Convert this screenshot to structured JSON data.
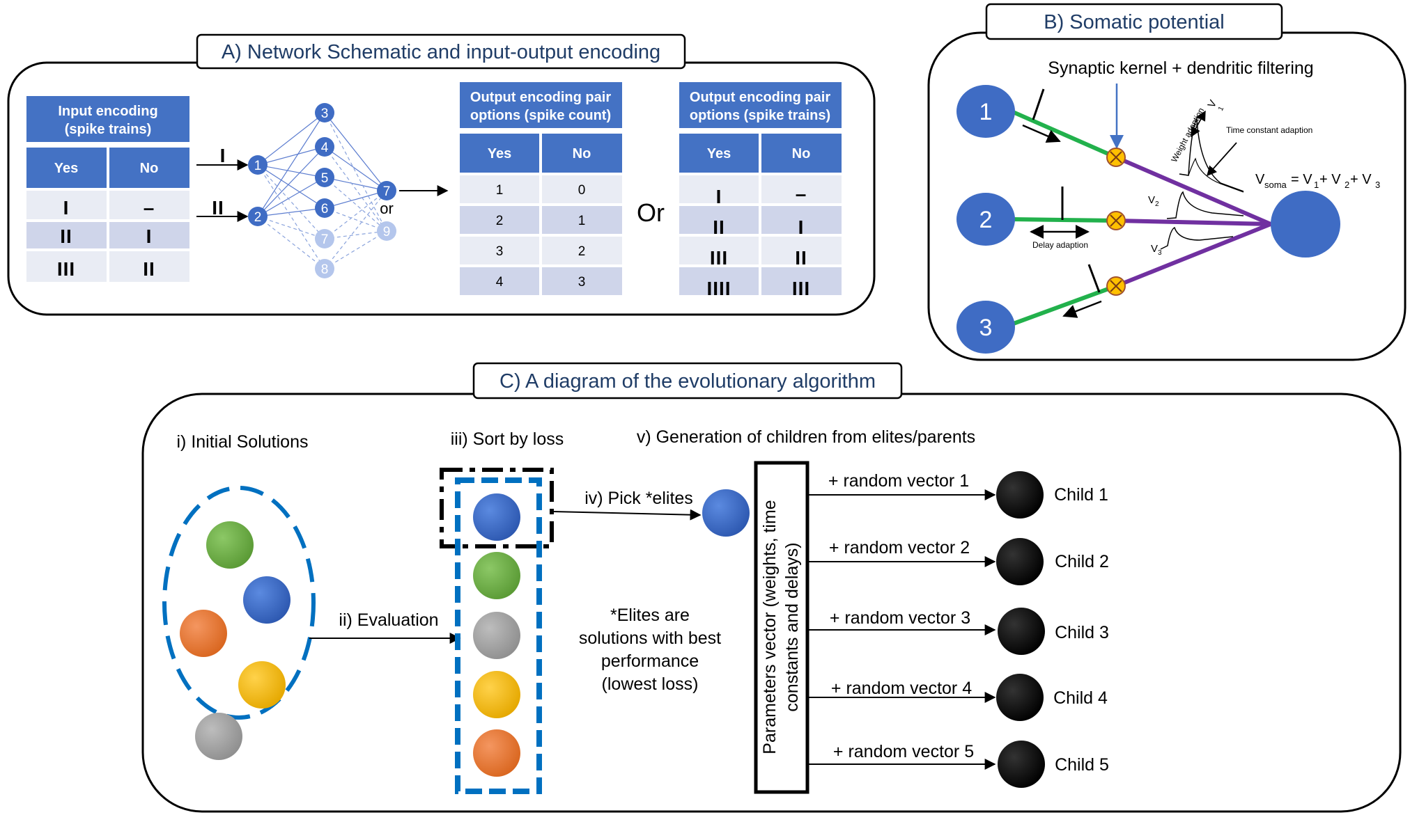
{
  "panel_a": {
    "title": "A) Network Schematic and input-output encoding",
    "input_table": {
      "title_line1": "Input encoding",
      "title_line2": "(spike trains)",
      "col_yes": "Yes",
      "col_no": "No",
      "rows": [
        [
          "I",
          "–"
        ],
        [
          "II",
          "I"
        ],
        [
          "III",
          "II"
        ]
      ]
    },
    "input_arrows": [
      "I",
      "II"
    ],
    "network": {
      "input_nodes": [
        "1",
        "2"
      ],
      "hidden_nodes": [
        "3",
        "4",
        "5",
        "6",
        "7",
        "8"
      ],
      "output_nodes": [
        "7",
        "9"
      ],
      "or_label": "or"
    },
    "count_table": {
      "title_line1": "Output encoding pair",
      "title_line2": "options (spike count)",
      "col_yes": "Yes",
      "col_no": "No",
      "rows": [
        [
          "1",
          "0"
        ],
        [
          "2",
          "1"
        ],
        [
          "3",
          "2"
        ],
        [
          "4",
          "3"
        ]
      ]
    },
    "or_text": "Or",
    "train_table": {
      "title_line1": "Output encoding pair",
      "title_line2": "options (spike trains)",
      "col_yes": "Yes",
      "col_no": "No",
      "rows": [
        [
          "I",
          "–"
        ],
        [
          "II",
          "I"
        ],
        [
          "III",
          "II"
        ],
        [
          "IIII",
          "III"
        ]
      ]
    }
  },
  "panel_b": {
    "title": "B) Somatic potential",
    "subtitle": "Synaptic kernel + dendritic filtering",
    "nodes": [
      "1",
      "2",
      "3"
    ],
    "weight_adaption": "Weight adaption",
    "time_constant_adaption": "Time constant adaption",
    "delay_adaption": "Delay adaption",
    "v_labels": [
      "V",
      "V",
      "V"
    ],
    "v_subs": [
      "1",
      "2",
      "3"
    ],
    "vsoma_v": "V",
    "vsoma_sub": "soma",
    "vsoma_rhs": "= V",
    "vsoma_rhs_sub1": "1",
    "vsoma_plus2": " + V",
    "vsoma_rhs_sub2": "2",
    "vsoma_plus3": " + V",
    "vsoma_rhs_sub3": "3"
  },
  "panel_c": {
    "title": "C) A diagram of the evolutionary algorithm",
    "initial_solutions": "i) Initial Solutions",
    "evaluation": "ii) Evaluation",
    "sort_by_loss": "iii) Sort  by loss",
    "pick_elites": "iv) Pick *elites",
    "generation": "v) Generation of children from elites/parents",
    "elites_note": [
      "*Elites are",
      "solutions with best",
      "performance",
      "(lowest loss)"
    ],
    "param_vector": [
      "Parameters vector (weights, time",
      "constants and delays)"
    ],
    "random_vectors": [
      "+ random vector 1",
      "+ random vector 2",
      "+ random vector 3",
      "+ random vector 4",
      "+ random vector 5"
    ],
    "children": [
      "Child 1",
      "Child 2",
      "Child 3",
      "Child 4",
      "Child 5"
    ]
  },
  "colors": {
    "node_blue": "#3f6cc4",
    "table_header": "#4472c4",
    "row_light": "#e9ecf4",
    "row_dark": "#cfd5ea",
    "green": "#22b14c",
    "purple": "#7030a0",
    "dash_blue": "#0070c0",
    "ball_green": "#70ad47",
    "ball_orange": "#ed7d31",
    "ball_gray": "#a5a5a5",
    "ball_yellow": "#ffc000"
  }
}
